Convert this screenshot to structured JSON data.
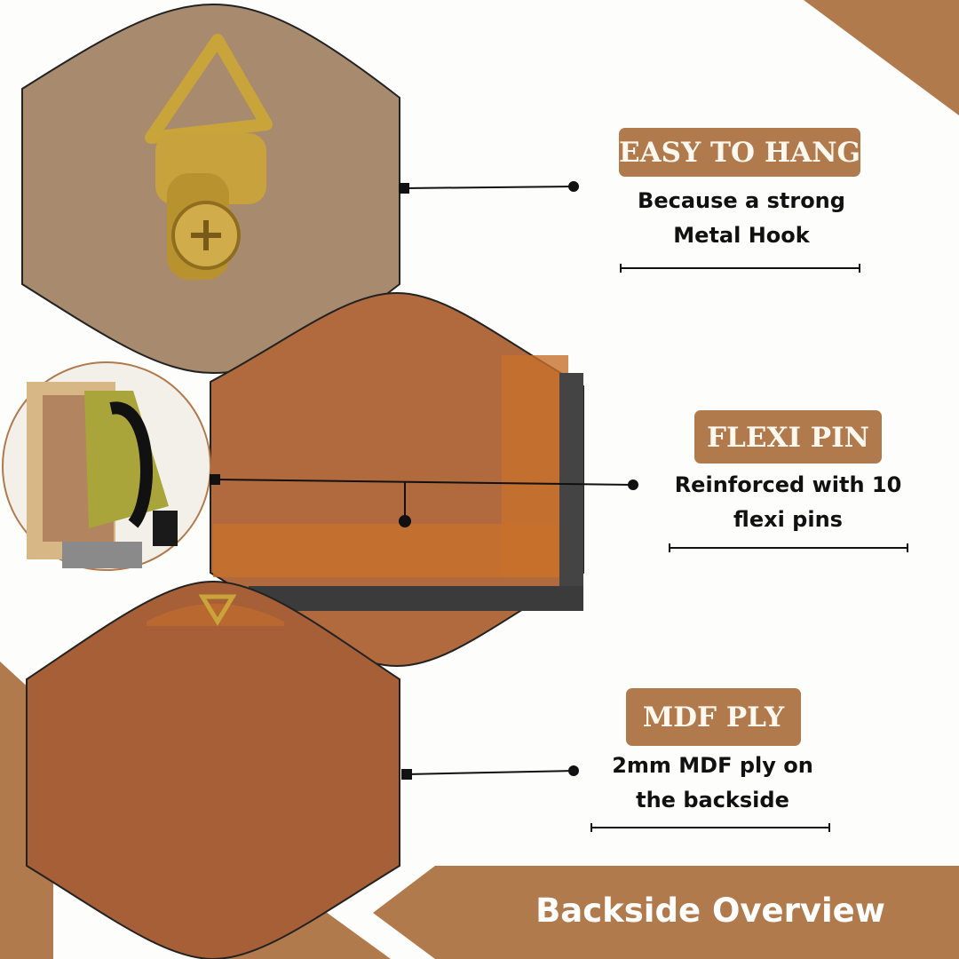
{
  "features": [
    {
      "title": "EASY TO HANG",
      "description_lines": [
        "Because a strong",
        "Metal Hook"
      ]
    },
    {
      "title": "FLEXI PIN",
      "description_lines": [
        "Reinforced with 10",
        "flexi pins"
      ]
    },
    {
      "title": "MDF PLY",
      "description_lines": [
        "2mm MDF ply on",
        "the backside"
      ]
    }
  ],
  "banner": {
    "label": "Backside Overview"
  },
  "colors": {
    "accent": "#b07a4c",
    "kraft": "#a88b6e",
    "mdf": "#a65f37"
  }
}
